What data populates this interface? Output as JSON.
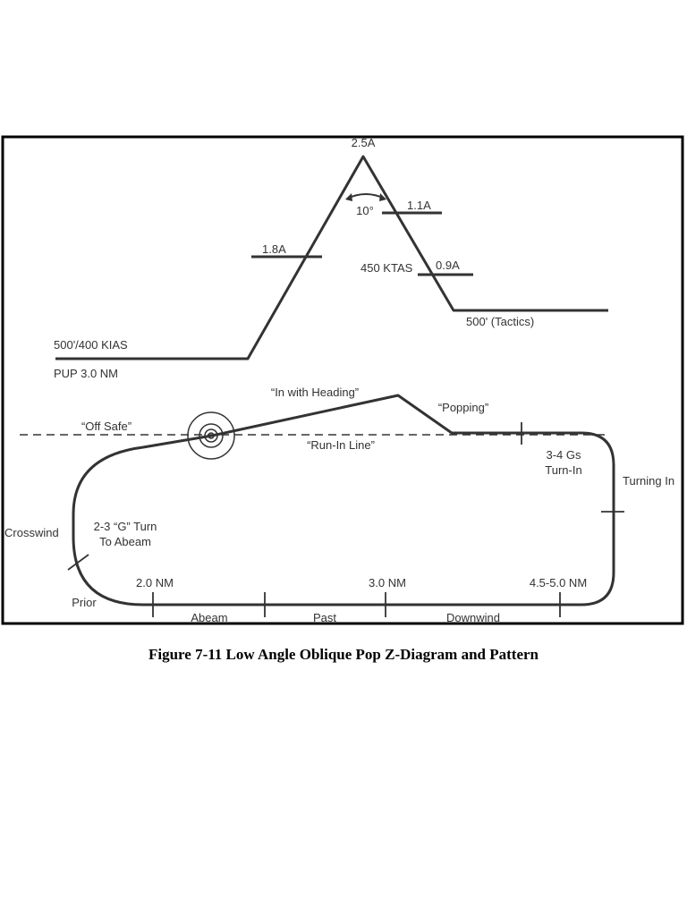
{
  "z_diagram": {
    "apex": "2.5A",
    "angle": "10°",
    "bar_1_1": "1.1A",
    "bar_1_8": "1.8A",
    "speed": "450 KTAS",
    "bar_0_9": "0.9A",
    "exit_alt": "500' (Tactics)",
    "entry_alt": "500'/400 KIAS",
    "pup": "PUP 3.0 NM"
  },
  "pattern": {
    "in_with_heading": "“In with Heading”",
    "popping": "“Popping”",
    "off_safe": "“Off Safe”",
    "run_in_line": "“Run-In Line”",
    "turn_in_g_1": "3-4 Gs",
    "turn_in_g_2": "Turn-In",
    "turning_in": "Turning In",
    "crosswind": "Crosswind",
    "turn_abeam_1": "2-3 “G” Turn",
    "turn_abeam_2": "To Abeam",
    "dist_2": "2.0 NM",
    "dist_3": "3.0 NM",
    "dist_45": "4.5-5.0 NM",
    "prior": "Prior",
    "abeam": "Abeam",
    "past": "Past",
    "downwind": "Downwind"
  },
  "caption": "Figure 7-11  Low Angle Oblique Pop Z-Diagram and Pattern"
}
